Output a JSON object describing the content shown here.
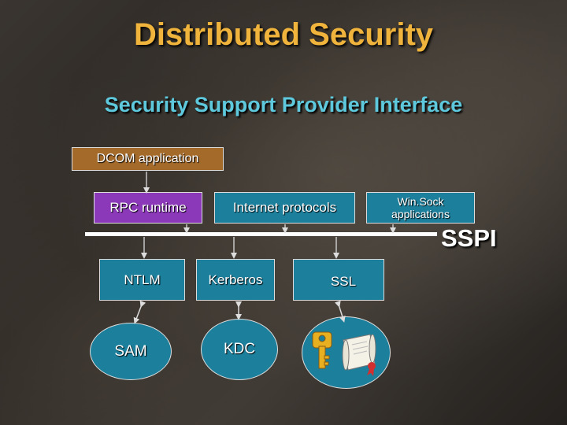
{
  "slide": {
    "title": "Distributed Security",
    "subtitle": "Security Support Provider Interface"
  },
  "diagram": {
    "dcom_label": "DCOM application",
    "rpc_label": "RPC runtime",
    "internet_label": "Internet protocols",
    "winsock_line1": "Win.Sock",
    "winsock_line2": "applications",
    "sspi_label": "SSPI",
    "ntlm_label": "NTLM",
    "kerberos_label": "Kerberos",
    "ssl_label": "SSL",
    "sam_label": "SAM",
    "kdc_label": "KDC",
    "key_icon": "key-icon",
    "certificate_icon": "certificate-scroll-icon"
  },
  "colors": {
    "title": "#f0b43c",
    "subtitle": "#5ec8dc",
    "dcom_fill": "#a46a2a",
    "rpc_fill": "#8b39b8",
    "teal_fill": "#1c7f9c"
  }
}
